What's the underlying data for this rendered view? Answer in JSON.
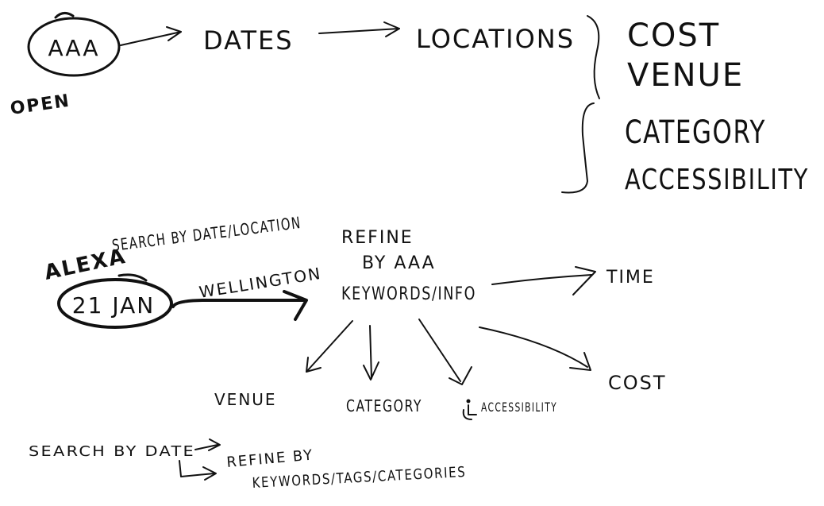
{
  "top_flow": {
    "start_node": "AAA",
    "start_caption": "OPEN",
    "step_dates": "DATES",
    "step_locations": "LOCATIONS",
    "branch_items": [
      "COST",
      "VENUE",
      "CATEGORY",
      "ACCESSIBILITY"
    ]
  },
  "middle_flow": {
    "author": "ALEXA",
    "heading": "SEARCH BY DATE/LOCATION",
    "start_node": "21 JAN",
    "arrow_label": "WELLINGTON",
    "refine_line1": "REFINE",
    "refine_line2": "BY AAA",
    "refine_line3": "KEYWORDS/INFO",
    "branch_time": "TIME",
    "branch_venue": "VENUE",
    "branch_category": "CATEGORY",
    "branch_accessibility": "ACCESSIBILITY",
    "accessibility_symbol": "wheelchair-icon",
    "branch_cost": "COST"
  },
  "bottom_note": {
    "line1": "SEARCH BY DATE",
    "line2": "REFINE BY",
    "line3": "KEYWORDS/TAGS/CATEGORIES"
  },
  "colors": {
    "ink": "#111111",
    "background": "#ffffff"
  }
}
